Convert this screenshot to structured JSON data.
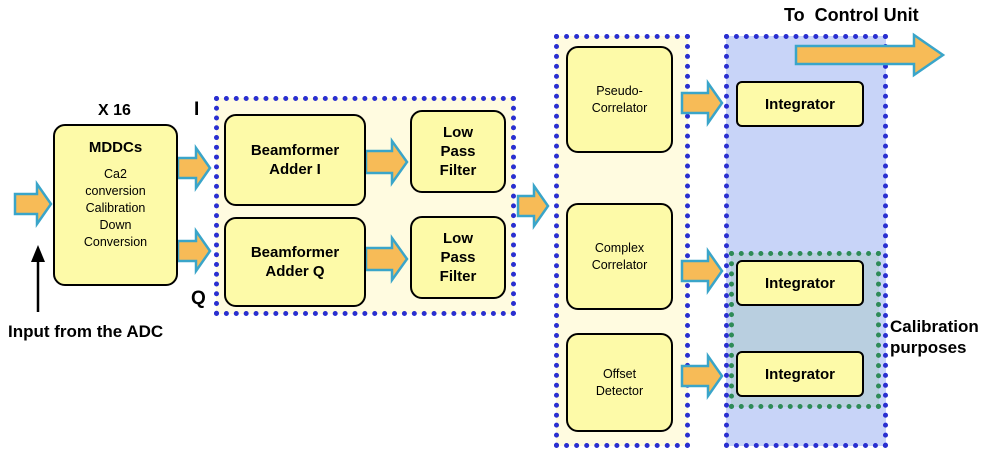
{
  "title_to_control": "To  Control Unit",
  "label_x16": "X 16",
  "label_i": "I",
  "label_q": "Q",
  "input_label": "Input from the ADC",
  "mddc": {
    "title": "MDDCs",
    "lines": [
      "Ca2",
      "conversion",
      "Calibration",
      "Down",
      "Conversion"
    ]
  },
  "beamformer_i": [
    "Beamformer",
    "Adder I"
  ],
  "beamformer_q": [
    "Beamformer",
    "Adder Q"
  ],
  "lpf": [
    "Low",
    "Pass",
    "Filter"
  ],
  "pseudo": [
    "Pseudo-",
    "Correlator"
  ],
  "complex": [
    "Complex",
    "Correlator"
  ],
  "offset": [
    "Offset",
    "Detector"
  ],
  "integrator": "Integrator",
  "calibration": [
    "Calibration",
    "purposes"
  ],
  "colors": {
    "box_fill": "#fdfaa8",
    "dotted_blue": "#2a2fd0",
    "dotted_green": "#2e8b57",
    "panel_blue": "#c8d4f8",
    "arrow_fill": "#f7bb57",
    "arrow_stroke": "#3aa5c9"
  }
}
